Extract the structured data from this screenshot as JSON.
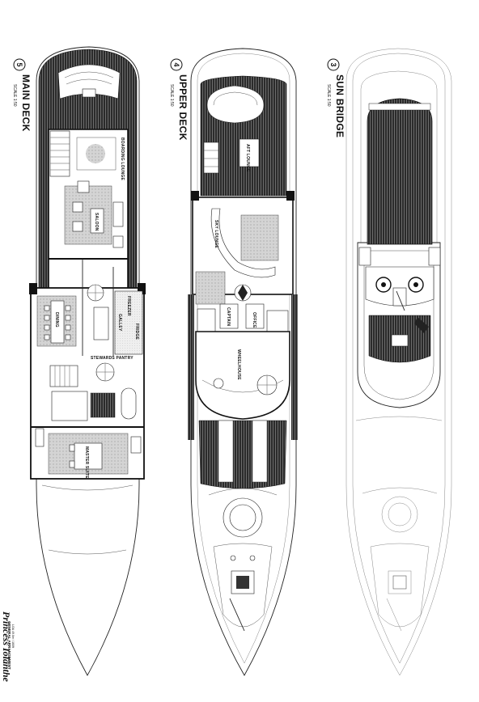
{
  "decks": [
    {
      "number": "5",
      "title": "MAIN DECK",
      "scale": "SCALE 1:50",
      "rooms": {
        "boarding_lounge": "BOARDING LOUNGE",
        "saloon": "SALOON",
        "dining": "DINING",
        "galley": "GALLEY",
        "pantry": "STEWARDS PANTRY",
        "freezer": "FREEZER",
        "fridge": "FRIDGE",
        "master": "MASTER SUITE"
      }
    },
    {
      "number": "4",
      "title": "UPPER DECK",
      "scale": "SCALE 1:50",
      "rooms": {
        "aft_lounge": "AFT LOUNGE",
        "sky_lounge": "SKY LOUNGE",
        "wheelhouse": "WHEELHOUSE",
        "captain": "CAPTAIN",
        "office": "OFFICE"
      }
    },
    {
      "number": "3",
      "title": "SUN BRIDGE",
      "scale": "SCALE 1:50",
      "rooms": {}
    }
  ],
  "branding": {
    "name": "Princess Iolanthe",
    "subtitle": "GENERAL ARRANGEMENT",
    "note": "LOA 49.0m / 160ft"
  },
  "colors": {
    "line": "#222222",
    "teak": "#2a2a2a",
    "carpet": "#cfcfcf"
  }
}
